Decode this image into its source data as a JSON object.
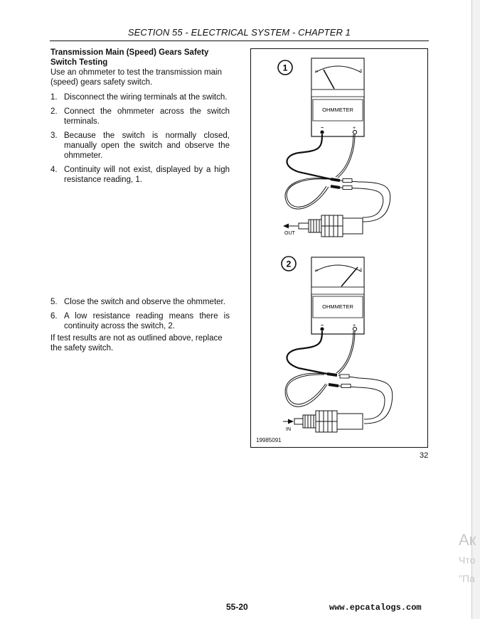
{
  "header": {
    "title": "SECTION 55 - ELECTRICAL SYSTEM - CHAPTER 1"
  },
  "section": {
    "title_line1": "Transmission Main (Speed) Gears Safety",
    "title_line2": "Switch Testing",
    "intro": "Use an ohmmeter to test the transmission main (speed) gears safety switch."
  },
  "steps_a": [
    {
      "num": "1.",
      "text": "Disconnect the wiring terminals at the switch."
    },
    {
      "num": "2.",
      "text": "Connect the ohmmeter across the switch terminals."
    },
    {
      "num": "3.",
      "text": "Because the switch is normally closed, manually open the switch and observe the ohmmeter."
    },
    {
      "num": "4.",
      "text": "Continuity will not exist, displayed by a high resistance reading, 1."
    }
  ],
  "steps_b": [
    {
      "num": "5.",
      "text": "Close the switch and observe the ohmmeter."
    },
    {
      "num": "6.",
      "text": "A low resistance reading means there is continuity across the switch, 2."
    }
  ],
  "closing": "If test results are not as outlined above, replace the safety switch.",
  "figure": {
    "callout_1": "1",
    "callout_2": "2",
    "meter_label": "OHMMETER",
    "dial_left": "∞",
    "dial_right": "0",
    "terminal_neg": "−",
    "terminal_pos": "+",
    "out_label": "OUT",
    "in_label": "IN",
    "ref_code": "19985091",
    "fig_number": "32"
  },
  "watermark": {
    "line1": "Ак",
    "line2": "Что",
    "line3": "\"Па"
  },
  "footer": {
    "page_number": "55-20",
    "website": "www.epcatalogs.com"
  }
}
